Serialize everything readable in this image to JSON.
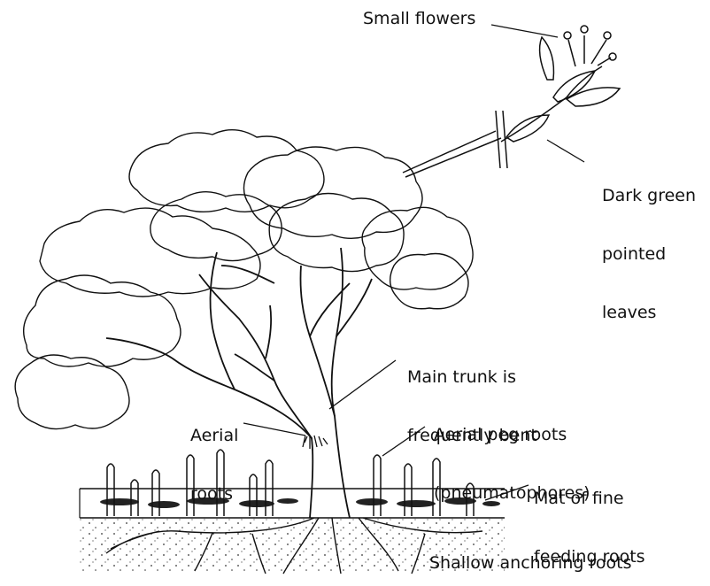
{
  "labels": {
    "small_flowers": "Small flowers",
    "dark_green_leaves": [
      "Dark green",
      "pointed",
      "leaves"
    ],
    "main_trunk": [
      "Main trunk is",
      "frequently bent"
    ],
    "aerial_roots": [
      "Aerial",
      "roots"
    ],
    "peg_roots": [
      "Aerial peg roots",
      "(pneumatophores)"
    ],
    "feeding_roots": [
      "Mat of fine",
      "feeding roots"
    ],
    "anchoring_roots": "Shallow anchoring roots"
  }
}
